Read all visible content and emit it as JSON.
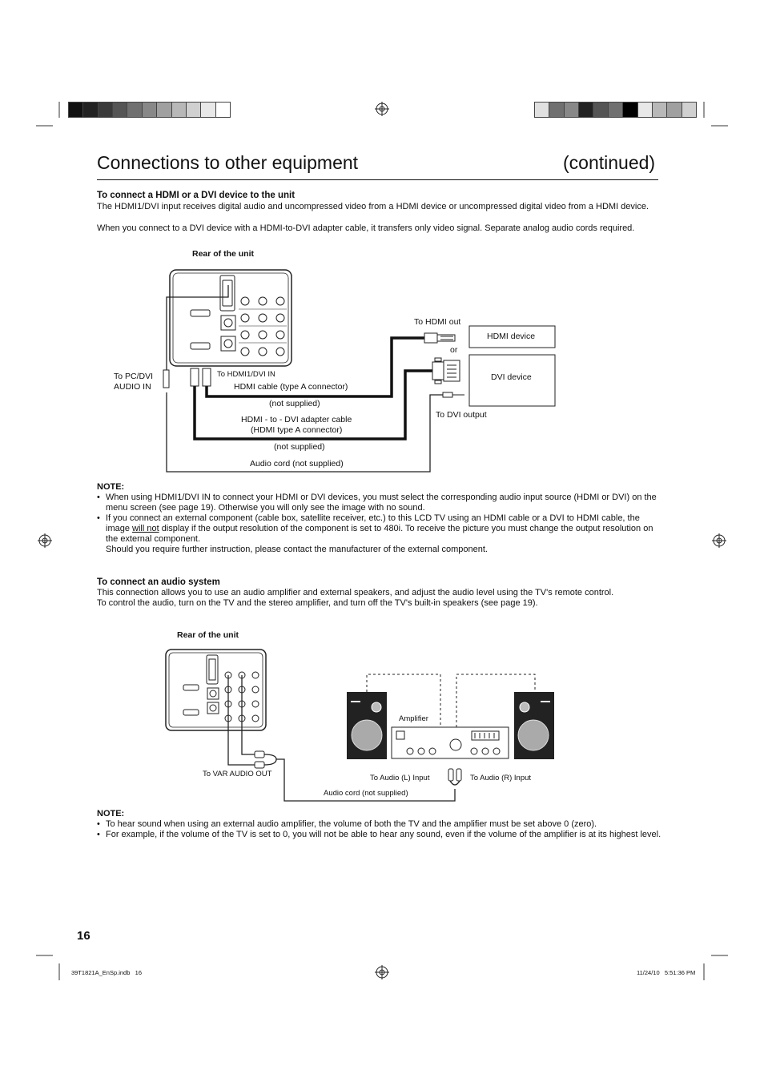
{
  "header": {
    "title": "Connections to other equipment",
    "continued": "(continued)"
  },
  "hdmi_section": {
    "heading": "To connect a HDMI or a DVI device to the unit",
    "para1": "The HDMI1/DVI input receives digital audio and uncompressed video from a HDMI device or uncompressed digital video from a HDMI device.",
    "para2": "When you connect to a DVI device with a HDMI-to-DVI adapter cable, it transfers only video signal. Separate analog audio cords required.",
    "diagram": {
      "rear_label": "Rear of the unit",
      "to_pc_dvi_1": "To PC/DVI",
      "to_pc_dvi_2": "AUDIO IN",
      "to_hdmi1": "To HDMI1/DVI IN",
      "hdmi_cable": "HDMI cable (type A connector)",
      "not_supplied_1": "(not supplied)",
      "adapter_1": "HDMI - to - DVI adapter cable",
      "adapter_2": "(HDMI type A connector)",
      "not_supplied_2": "(not supplied)",
      "audio_cord": "Audio cord (not supplied)",
      "to_hdmi_out": "To HDMI out",
      "or": "or",
      "hdmi_device": "HDMI device",
      "dvi_device": "DVI device",
      "to_dvi_output": "To DVI output"
    },
    "note_label": "NOTE:",
    "note1": "When using HDMI1/DVI IN to connect your HDMI or DVI devices, you must select the corresponding audio input source (HDMI or DVI) on the menu screen (see page 19). Otherwise you will only see the image with no sound.",
    "note2_a": "If you connect an external component (cable box, satellite receiver, etc.) to this LCD TV using an HDMI cable or a DVI to HDMI cable, the image ",
    "note2_u": "will not",
    "note2_b": " display if the output resolution of the component is set to 480i. To receive the picture you must change the output resolution on the external component.",
    "note2_c": "Should you require further instruction, please contact the manufacturer of the external component."
  },
  "audio_section": {
    "heading": "To connect an audio system",
    "para1": "This connection allows you to use an audio amplifier and external speakers, and adjust the audio level using the TV's remote control.",
    "para2": "To control the audio, turn on the TV and the stereo amplifier, and turn off the TV's built-in speakers (see page 19).",
    "diagram": {
      "rear_label": "Rear of the unit",
      "to_var": "To VAR AUDIO OUT",
      "amplifier": "Amplifier",
      "to_audio_l": "To Audio (L) Input",
      "to_audio_r": "To Audio (R) Input",
      "audio_cord": "Audio cord (not supplied)"
    },
    "note_label": "NOTE:",
    "note1": "To hear sound when using an external audio amplifier, the volume of both the TV and the amplifier must be set above 0 (zero).",
    "note2": "For example, if the volume of the TV is set to 0, you will not be able to hear any sound, even if the volume of the amplifier is at its highest level."
  },
  "footer": {
    "page_number": "16",
    "file": "39T1821A_EnSp.indb   16",
    "timestamp": "11/24/10   5:51:36 PM"
  },
  "print_marks": {
    "left_bar": [
      "#111111",
      "#222222",
      "#3a3a3a",
      "#555555",
      "#707070",
      "#888888",
      "#a0a0a0",
      "#b8b8b8",
      "#d0d0d0",
      "#e8e8e8",
      "#ffffff"
    ],
    "right_bar": [
      "#e0e0e0",
      "#707070",
      "#888888",
      "#222222",
      "#555555",
      "#707070",
      "#000000",
      "#e8e8e8",
      "#b8b8b8",
      "#a0a0a0",
      "#d0d0d0"
    ]
  }
}
